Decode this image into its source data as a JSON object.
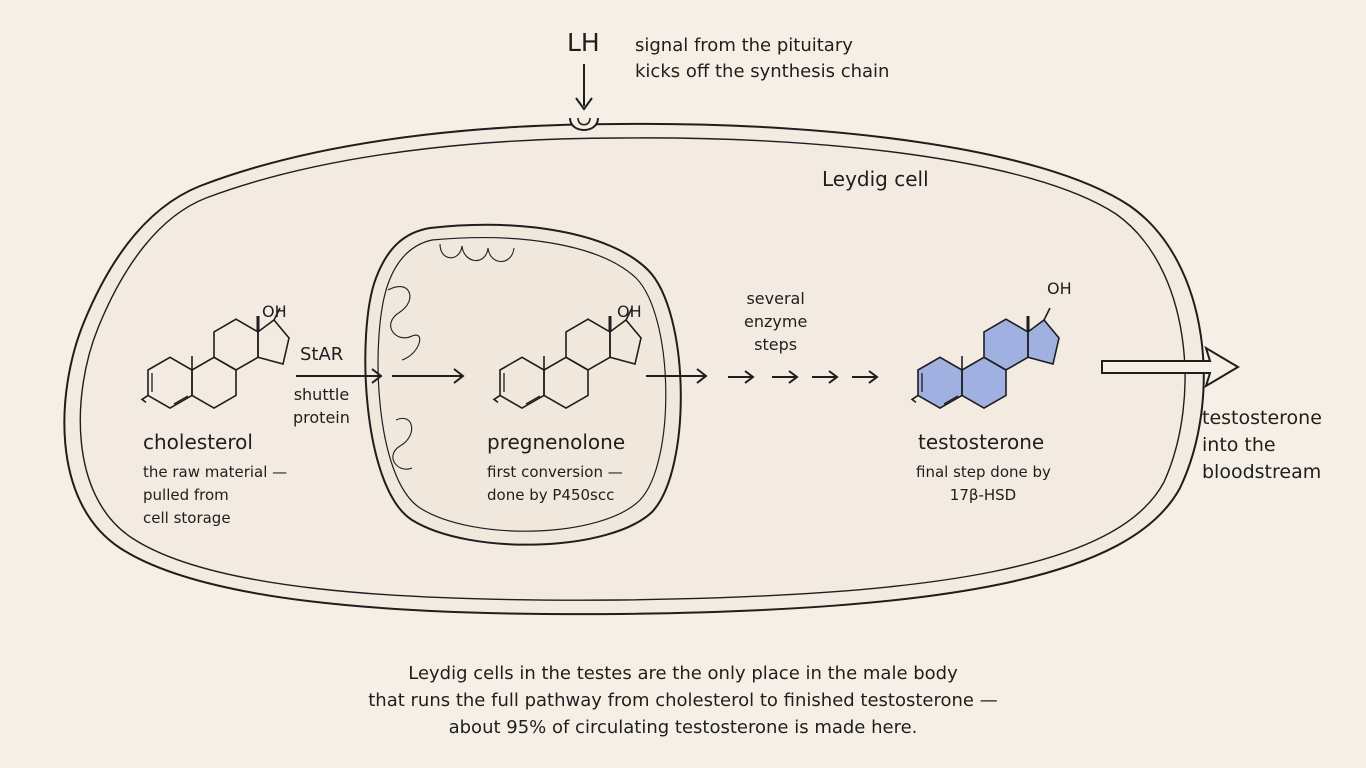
{
  "signal": {
    "hormone": "LH",
    "note_lines": [
      "signal from the pituitary",
      "kicks off the synthesis chain"
    ]
  },
  "cell": {
    "label": "Leydig cell"
  },
  "molecules": [
    {
      "name": "cholesterol",
      "note_lines": [
        "the raw material —",
        "pulled from",
        "cell storage"
      ]
    },
    {
      "name": "pregnenolone",
      "note_lines": [
        "first conversion —",
        "done by P450scc"
      ]
    },
    {
      "name": "testosterone",
      "note_lines": [
        "final step done by",
        "17β-HSD"
      ]
    }
  ],
  "transport": {
    "name": "StAR",
    "note_lines": [
      "shuttle",
      "protein"
    ]
  },
  "enzyme_steps": {
    "note_lines": [
      "several",
      "enzyme",
      "steps"
    ]
  },
  "oh_label": "OH",
  "export": {
    "note_lines": [
      "testosterone",
      "into the",
      "bloodstream"
    ]
  },
  "caption_lines": [
    "Leydig cells in the testes are the only place in the male body",
    "that runs the full pathway from cholesterol to finished testosterone —",
    "about 95% of circulating testosterone is made here."
  ],
  "colors": {
    "background": "#f6efe6",
    "ink": "#1e1e1e",
    "highlight": "#5b7fe0"
  }
}
